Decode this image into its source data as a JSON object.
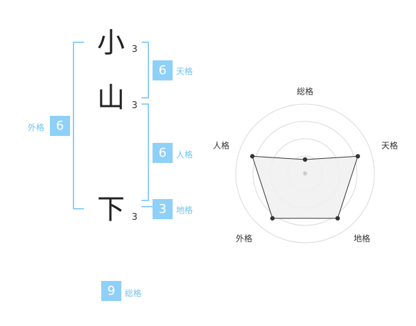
{
  "characters": [
    {
      "char": "小",
      "strokes": "3"
    },
    {
      "char": "山",
      "strokes": "3"
    },
    {
      "char": "下",
      "strokes": "3"
    }
  ],
  "fortune": {
    "tenkaku": {
      "value": "6",
      "label": "天格"
    },
    "jinkaku": {
      "value": "6",
      "label": "人格"
    },
    "chikaku": {
      "value": "3",
      "label": "地格"
    },
    "gaikaku": {
      "value": "6",
      "label": "外格"
    },
    "soukaku": {
      "value": "9",
      "label": "総格"
    }
  },
  "radar": {
    "axes": [
      "総格",
      "天格",
      "地格",
      "外格",
      "人格"
    ],
    "values": [
      0.2,
      0.8,
      0.8,
      0.8,
      0.8
    ],
    "max": 1,
    "rings": 4,
    "colors": {
      "ring": "#d9d9d9",
      "fill": "#f0f0f0",
      "line": "#333333",
      "point": "#333333"
    }
  },
  "colors": {
    "accent": "#8fd0f8",
    "label": "#6fc3f0",
    "text": "#222222"
  }
}
